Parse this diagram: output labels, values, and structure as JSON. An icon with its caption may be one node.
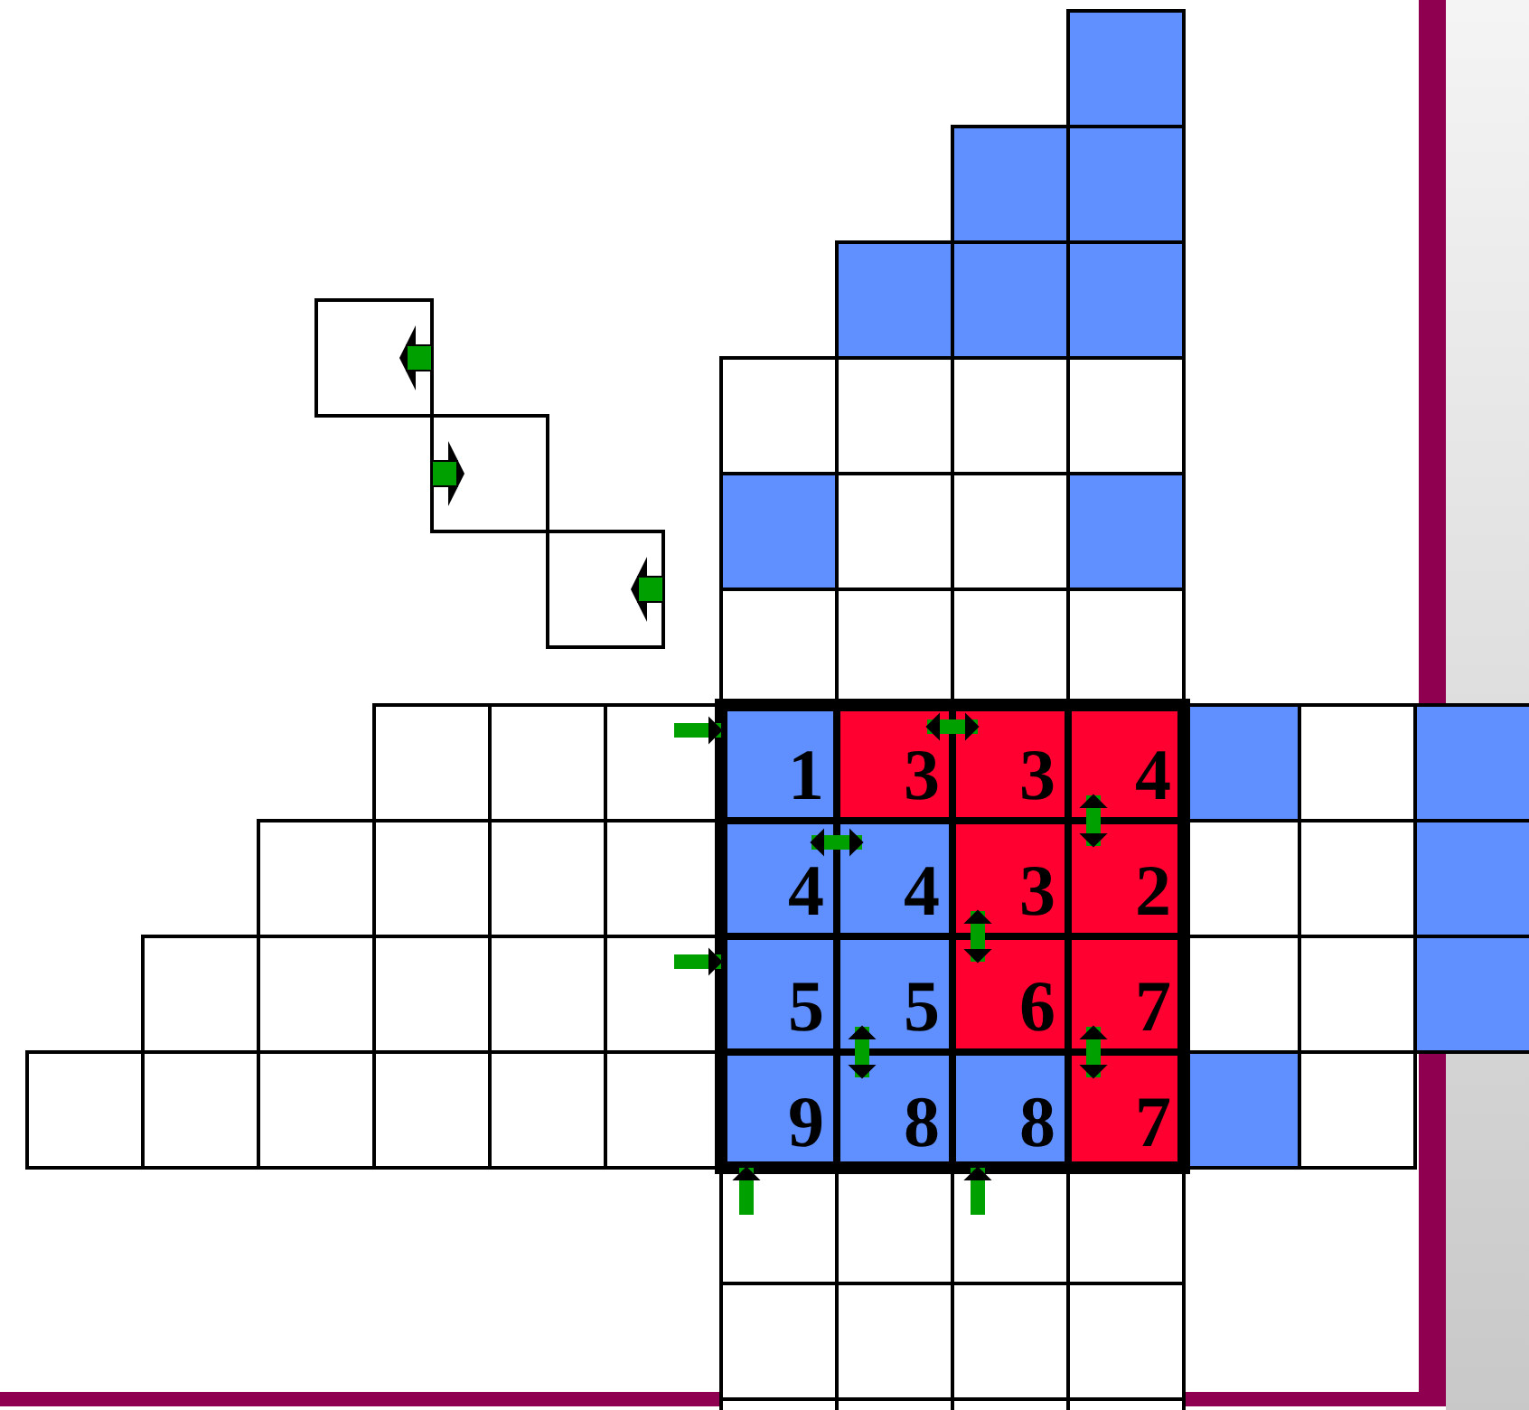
{
  "diagram": {
    "nodes": [
      {
        "text": [
          "1"
        ]
      },
      {
        "text": [
          "3"
        ]
      },
      {
        "text": [
          "3"
        ]
      },
      {
        "text": [
          "4"
        ]
      },
      {
        "text": [
          "4"
        ]
      },
      {
        "text": [
          "4"
        ]
      },
      {
        "text": [
          "3"
        ]
      },
      {
        "text": [
          "2"
        ]
      },
      {
        "text": [
          "5"
        ]
      },
      {
        "text": [
          "5"
        ]
      },
      {
        "text": [
          "6"
        ]
      },
      {
        "text": [
          "7"
        ]
      },
      {
        "text": [
          "9"
        ]
      },
      {
        "text": [
          "8"
        ]
      },
      {
        "text": [
          "8"
        ]
      },
      {
        "text": [
          "7"
        ]
      }
    ],
    "edges": [
      {
        "from": 1,
        "to": 2,
        "arrow": "both"
      },
      {
        "from": 4,
        "to": 5,
        "arrow": "both"
      },
      {
        "from": 3,
        "to": 7,
        "arrow": "both"
      },
      {
        "from": 6,
        "to": 10,
        "arrow": "both"
      },
      {
        "from": 9,
        "to": 13,
        "arrow": "both"
      },
      {
        "from": 11,
        "to": 15,
        "arrow": "both"
      },
      {
        "from": null,
        "to": 0,
        "arrow": "to"
      },
      {
        "from": null,
        "to": 8,
        "arrow": "to"
      },
      {
        "from": null,
        "to": 12,
        "arrow": "to"
      },
      {
        "from": null,
        "to": 14,
        "arrow": "to"
      }
    ]
  }
}
